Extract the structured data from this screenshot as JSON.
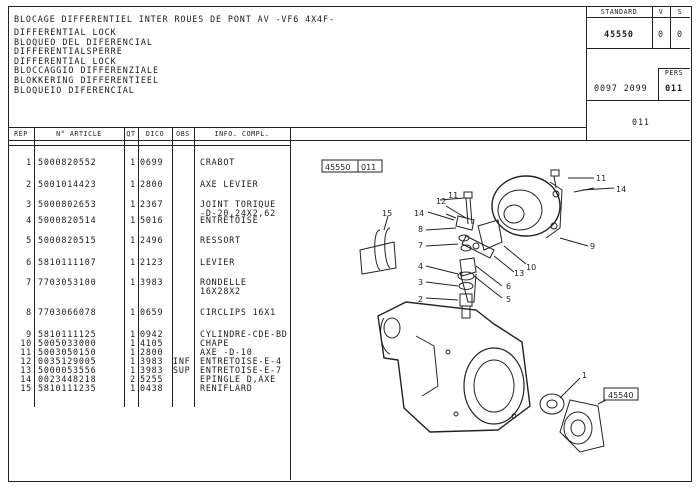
{
  "header": {
    "title": "BLOCAGE DIFFERENTIEL INTER ROUES DE PONT AV  -VF6 4X4F-",
    "languages": [
      "DIFFERENTIAL LOCK",
      "BLOQUEO DEL DIFERENCIAL",
      "DIFFERENTIALSPERRE",
      "DIFFERENTIAL LOCK",
      "BLOCCAGGIO DIFFERENZIALE",
      "BLOKKERING DIFFERENTIEEL",
      "BLOQUEIO DIFERENCIAL"
    ]
  },
  "corner": {
    "standard_label": "STANDARD",
    "v_label": "V",
    "s_label": "S",
    "standard_value": "45550",
    "v_value": "0",
    "s_value": "0",
    "pers_label": "PERS",
    "doc_number": "0097 2099",
    "pers_value": "011",
    "page_ref": "011"
  },
  "table": {
    "columns": [
      "REP",
      "N° ARTICLE",
      "QT",
      "DICO",
      "OBS",
      "INFO. COMPL."
    ],
    "rows": [
      {
        "rep": "1",
        "article": "5000820552",
        "qt": "1",
        "dico": "0699",
        "obs": "",
        "info": "CRABOT"
      },
      {
        "rep": "2",
        "article": "5001014423",
        "qt": "1",
        "dico": "2800",
        "obs": "",
        "info": "AXE LEVIER"
      },
      {
        "rep": "3",
        "article": "5000802653",
        "qt": "1",
        "dico": "2367",
        "obs": "",
        "info": "JOINT TORIQUE",
        "info2": "-D-20,24X2,62"
      },
      {
        "rep": "4",
        "article": "5000820514",
        "qt": "1",
        "dico": "5016",
        "obs": "",
        "info": "ENTRETOISE"
      },
      {
        "rep": "5",
        "article": "5000820515",
        "qt": "1",
        "dico": "2496",
        "obs": "",
        "info": "RESSORT"
      },
      {
        "rep": "6",
        "article": "5810111107",
        "qt": "1",
        "dico": "2123",
        "obs": "",
        "info": "LEVIER"
      },
      {
        "rep": "7",
        "article": "7703053100",
        "qt": "1",
        "dico": "3983",
        "obs": "",
        "info": "RONDELLE",
        "info2": "16X28X2"
      },
      {
        "rep": "8",
        "article": "7703066078",
        "qt": "1",
        "dico": "0659",
        "obs": "",
        "info": "CIRCLIPS 16X1"
      },
      {
        "rep": "9",
        "article": "5810111125",
        "qt": "1",
        "dico": "0942",
        "obs": "",
        "info": "CYLINDRE-CDE-BD"
      },
      {
        "rep": "10",
        "article": "5005033000",
        "qt": "1",
        "dico": "4105",
        "obs": "",
        "info": "CHAPE"
      },
      {
        "rep": "11",
        "article": "5003050150",
        "qt": "1",
        "dico": "2800",
        "obs": "",
        "info": "AXE -D-10"
      },
      {
        "rep": "12",
        "article": "0035129005",
        "qt": "1",
        "dico": "3983",
        "obs": "INF",
        "info": "ENTRETOISE-E-4"
      },
      {
        "rep": "13",
        "article": "5000053556",
        "qt": "1",
        "dico": "3983",
        "obs": "SUP",
        "info": "ENTRETOISE-E-7"
      },
      {
        "rep": "14",
        "article": "0023448218",
        "qt": "2",
        "dico": "5255",
        "obs": "",
        "info": "EPINGLE D,AXE"
      },
      {
        "rep": "15",
        "article": "5810111235",
        "qt": "1",
        "dico": "0438",
        "obs": "",
        "info": "RENIFLARD"
      }
    ]
  },
  "diagram": {
    "ref_label_a": "45550",
    "ref_label_b": "011",
    "ref_label_c": "45540",
    "callouts": [
      "1",
      "2",
      "3",
      "4",
      "5",
      "6",
      "7",
      "8",
      "9",
      "10",
      "11",
      "12",
      "13",
      "14",
      "15"
    ]
  }
}
